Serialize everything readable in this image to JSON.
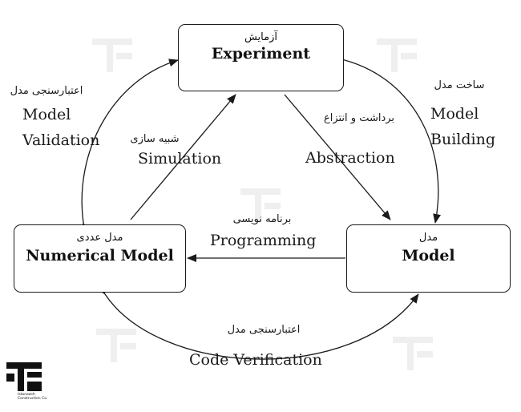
{
  "nodes": {
    "experiment": {
      "fa": "آزمایش",
      "en": "Experiment"
    },
    "numerical_model": {
      "fa": "مدل عددی",
      "en": "Numerical Model"
    },
    "model": {
      "fa": "مدل",
      "en": "Model"
    }
  },
  "edges": {
    "model_validation": {
      "fa": "اعتبارسنجی مدل",
      "en_line1": "Model",
      "en_line2": "Validation"
    },
    "simulation": {
      "fa": "شبیه سازی",
      "en": "Simulation"
    },
    "abstraction": {
      "fa": "برداشت و انتزاع",
      "en": "Abstraction"
    },
    "model_building": {
      "fa": "ساخت مدل",
      "en_line1": "Model",
      "en_line2": "Building"
    },
    "programming": {
      "fa": "برنامه نویسی",
      "en": "Programming"
    },
    "code_verification": {
      "fa": "اعتبارسنجی مدل",
      "en": "Code Verification"
    }
  },
  "logo": {
    "text": "Istanazeh Construction Co."
  },
  "colors": {
    "ink": "#1a1a1a",
    "background": "#ffffff"
  }
}
